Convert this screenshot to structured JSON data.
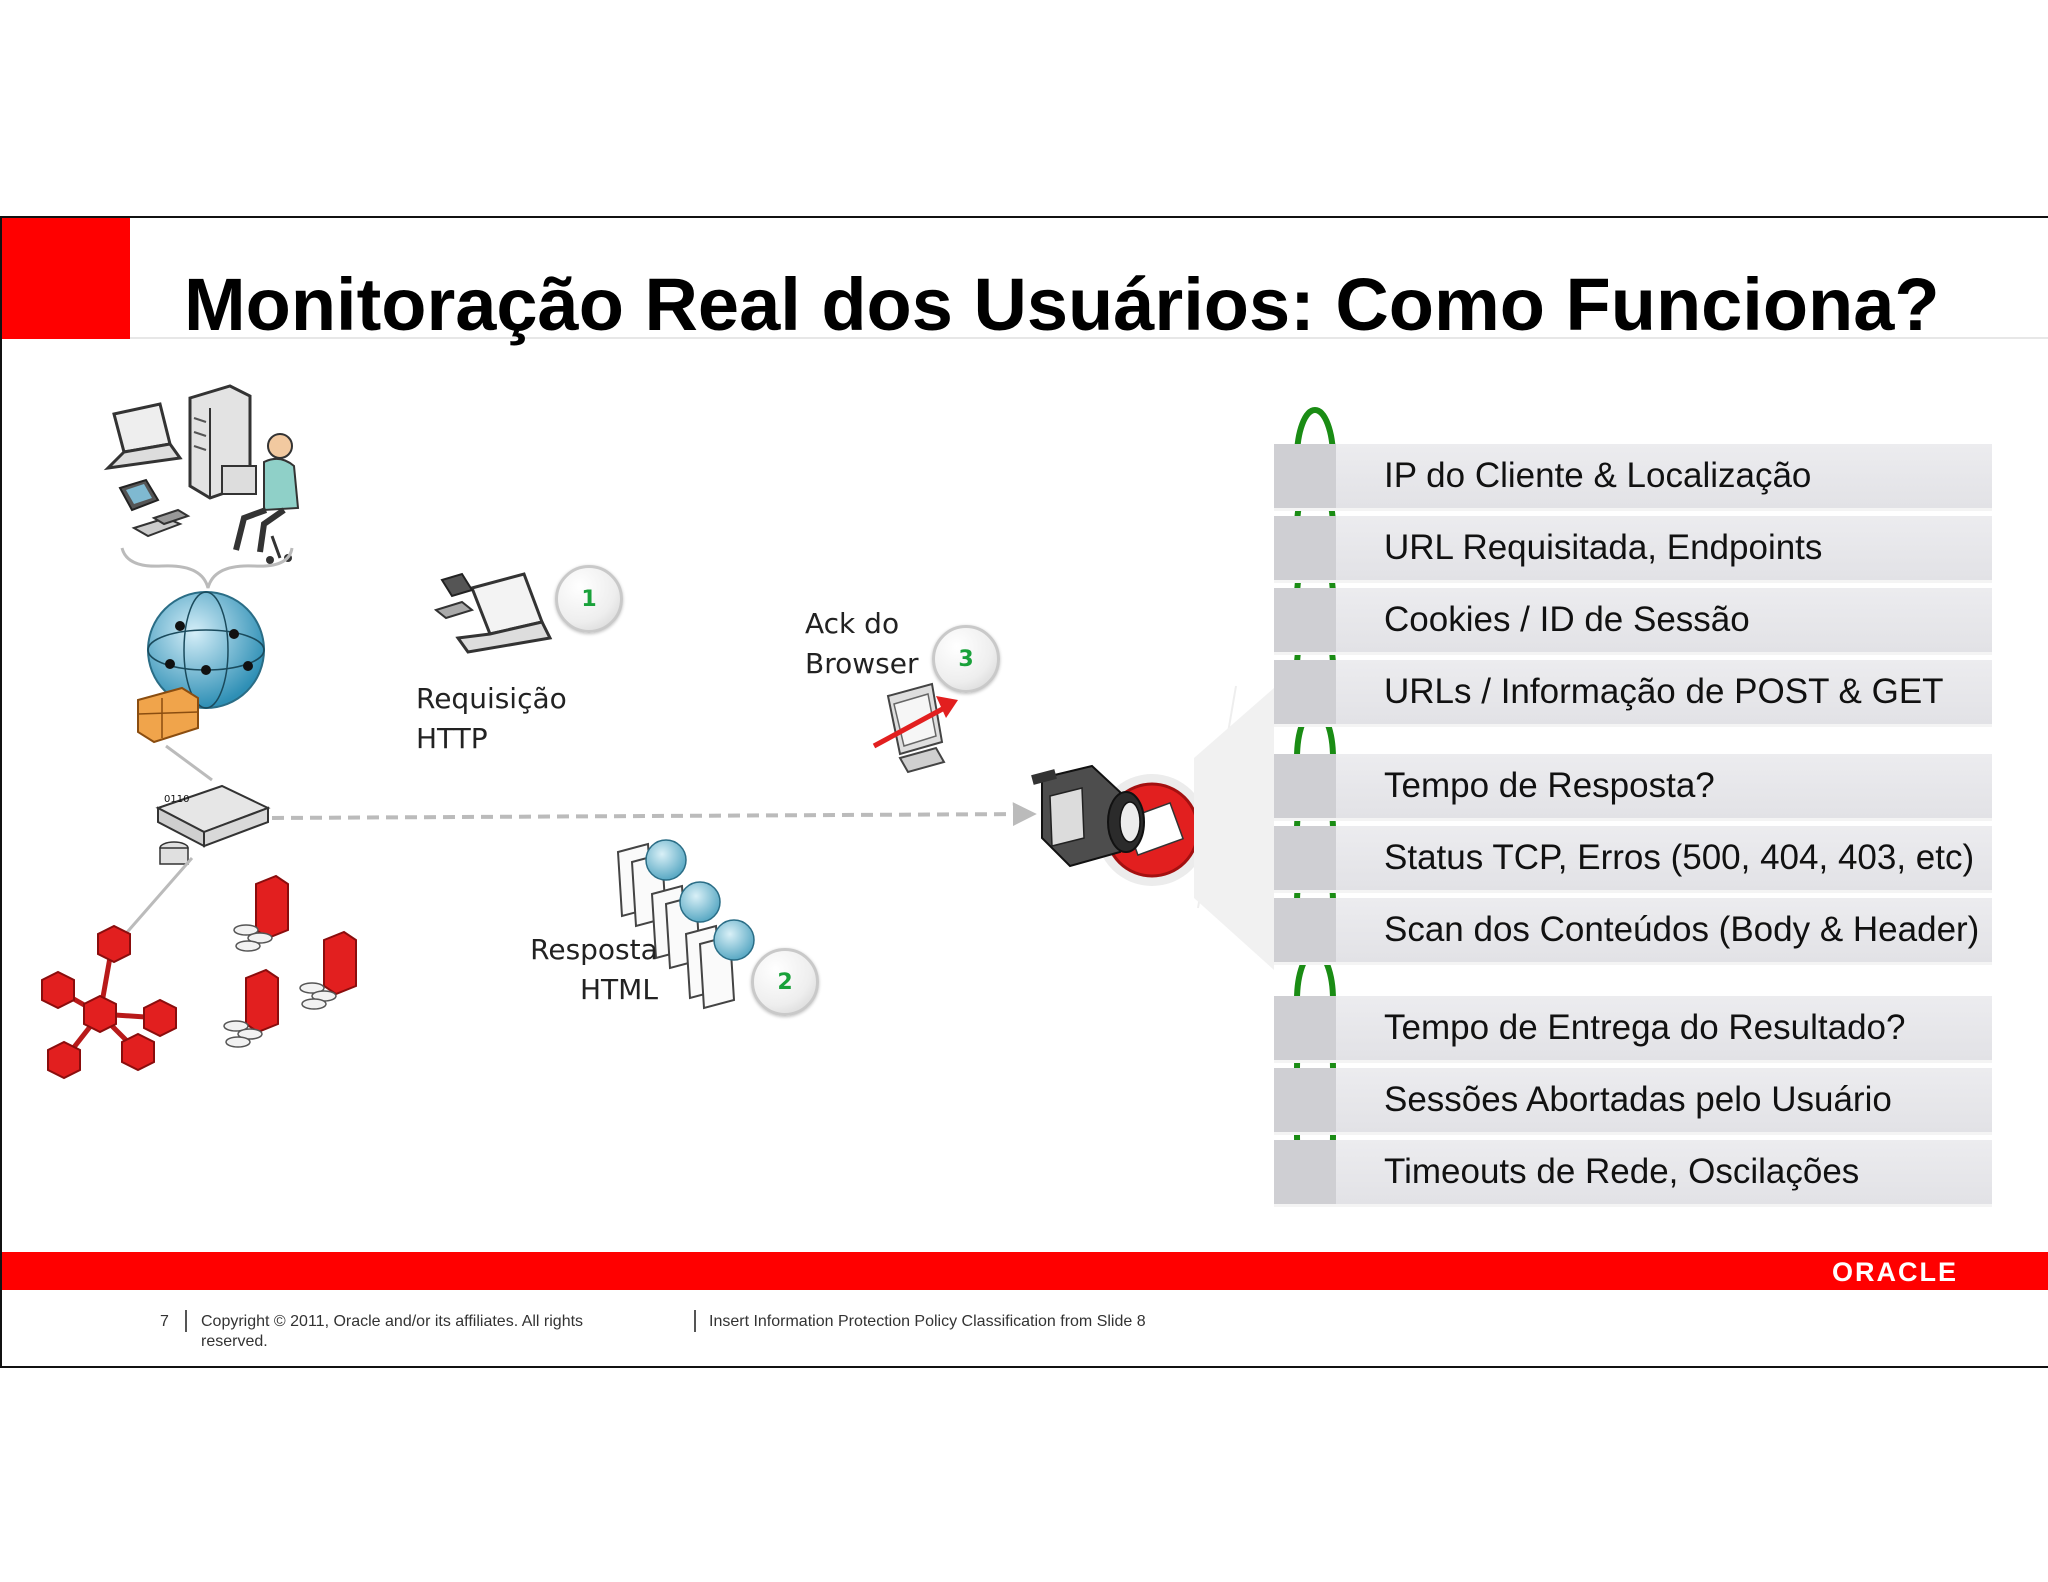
{
  "slide": {
    "title": "Monitoração Real dos Usuários: Como Funciona?",
    "page_number": "7",
    "copyright": "Copyright © 2011, Oracle and/or its affiliates. All rights reserved.",
    "classification": "Insert Information Protection Policy Classification from Slide 8",
    "logo_text": "ORACLE"
  },
  "colors": {
    "accent_red": "#ff0000",
    "step_green": "#19a13a",
    "clip_green": "#1a8c14"
  },
  "flow": {
    "request_line1": "Requisição",
    "request_line2": "HTTP",
    "response_line1": "Resposta",
    "response_line2": "HTML",
    "ack_line1": "Ack do",
    "ack_line2": "Browser",
    "steps": [
      "1",
      "2",
      "3"
    ]
  },
  "metrics": [
    "IP do Cliente & Localização",
    "URL Requisitada, Endpoints",
    "Cookies / ID de Sessão",
    "URLs / Informação de POST & GET",
    "Tempo de Resposta?",
    "Status TCP, Erros (500, 404, 403, etc)",
    "Scan dos Conteúdos (Body & Header)",
    "Tempo de Entrega do Resultado?",
    "Sessões Abortadas pelo Usuário",
    "Timeouts de Rede, Oscilações"
  ]
}
